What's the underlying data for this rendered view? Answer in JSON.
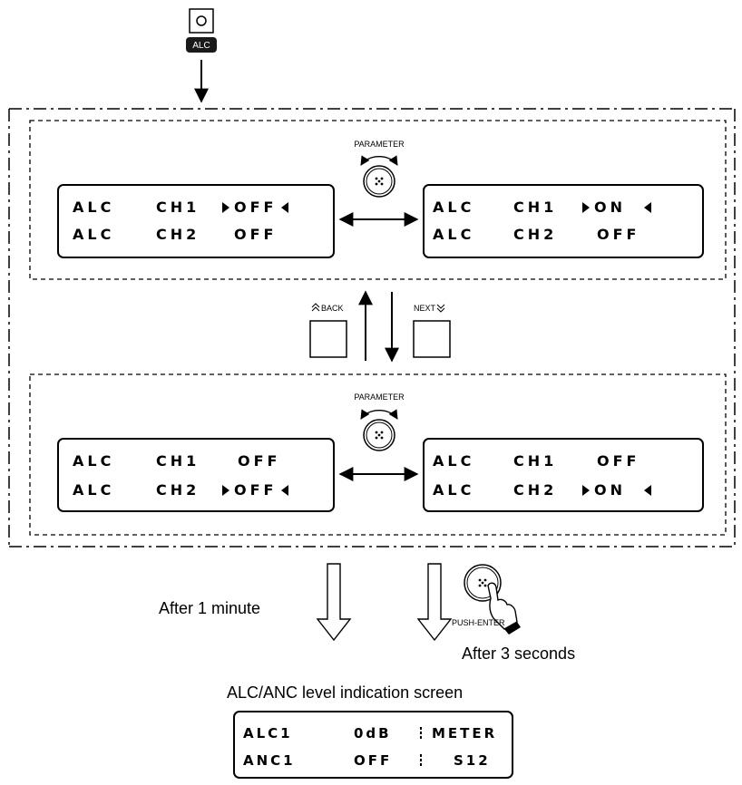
{
  "alc_key": {
    "label": "ALC"
  },
  "knob_label": "PARAMETER",
  "nav": {
    "back_label": "BACK",
    "next_label": "NEXT"
  },
  "panels": [
    {
      "left": {
        "row1": [
          "ALC",
          "CH1",
          "OFF"
        ],
        "row2": [
          "ALC",
          "CH2",
          "OFF"
        ]
      },
      "right": {
        "row1": [
          "ALC",
          "CH1",
          "ON"
        ],
        "row2": [
          "ALC",
          "CH2",
          "OFF"
        ]
      }
    },
    {
      "left": {
        "row1": [
          "ALC",
          "CH1",
          "OFF"
        ],
        "row2": [
          "ALC",
          "CH2",
          "OFF"
        ]
      },
      "right": {
        "row1": [
          "ALC",
          "CH1",
          "OFF"
        ],
        "row2": [
          "ALC",
          "CH2",
          "ON"
        ]
      }
    }
  ],
  "push_label": "PUSH-ENTER",
  "captions": {
    "after_minute": "After 1 minute",
    "after_seconds": "After 3 seconds",
    "screen_title": "ALC/ANC level indication screen"
  },
  "level_screen": {
    "row1": [
      "ALC1",
      "0dB",
      "METER"
    ],
    "row2": [
      "ANC1",
      "OFF",
      "S12"
    ]
  }
}
